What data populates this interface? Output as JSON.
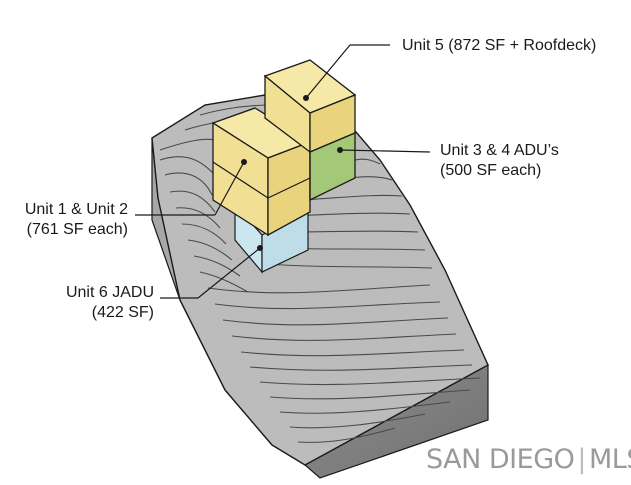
{
  "labels": {
    "unit5": "Unit 5 (872 SF + Roofdeck)",
    "unit34_line1": "Unit 3 & 4 ADU’s",
    "unit34_line2": "(500 SF each)",
    "unit12_line1": "Unit 1 & Unit 2",
    "unit12_line2": "(761 SF each)",
    "unit6_line1": "Unit 6 JADU",
    "unit6_line2": "(422 SF)"
  },
  "watermark": {
    "left": "SAN DIEGO",
    "separator": "|",
    "right": "MLS"
  },
  "colors": {
    "unit_yellow": "#f1df93",
    "unit_green": "#a3c878",
    "unit_blue": "#cce6ef",
    "terrain": "#bcbcbc",
    "outline": "#1a1a1a"
  }
}
